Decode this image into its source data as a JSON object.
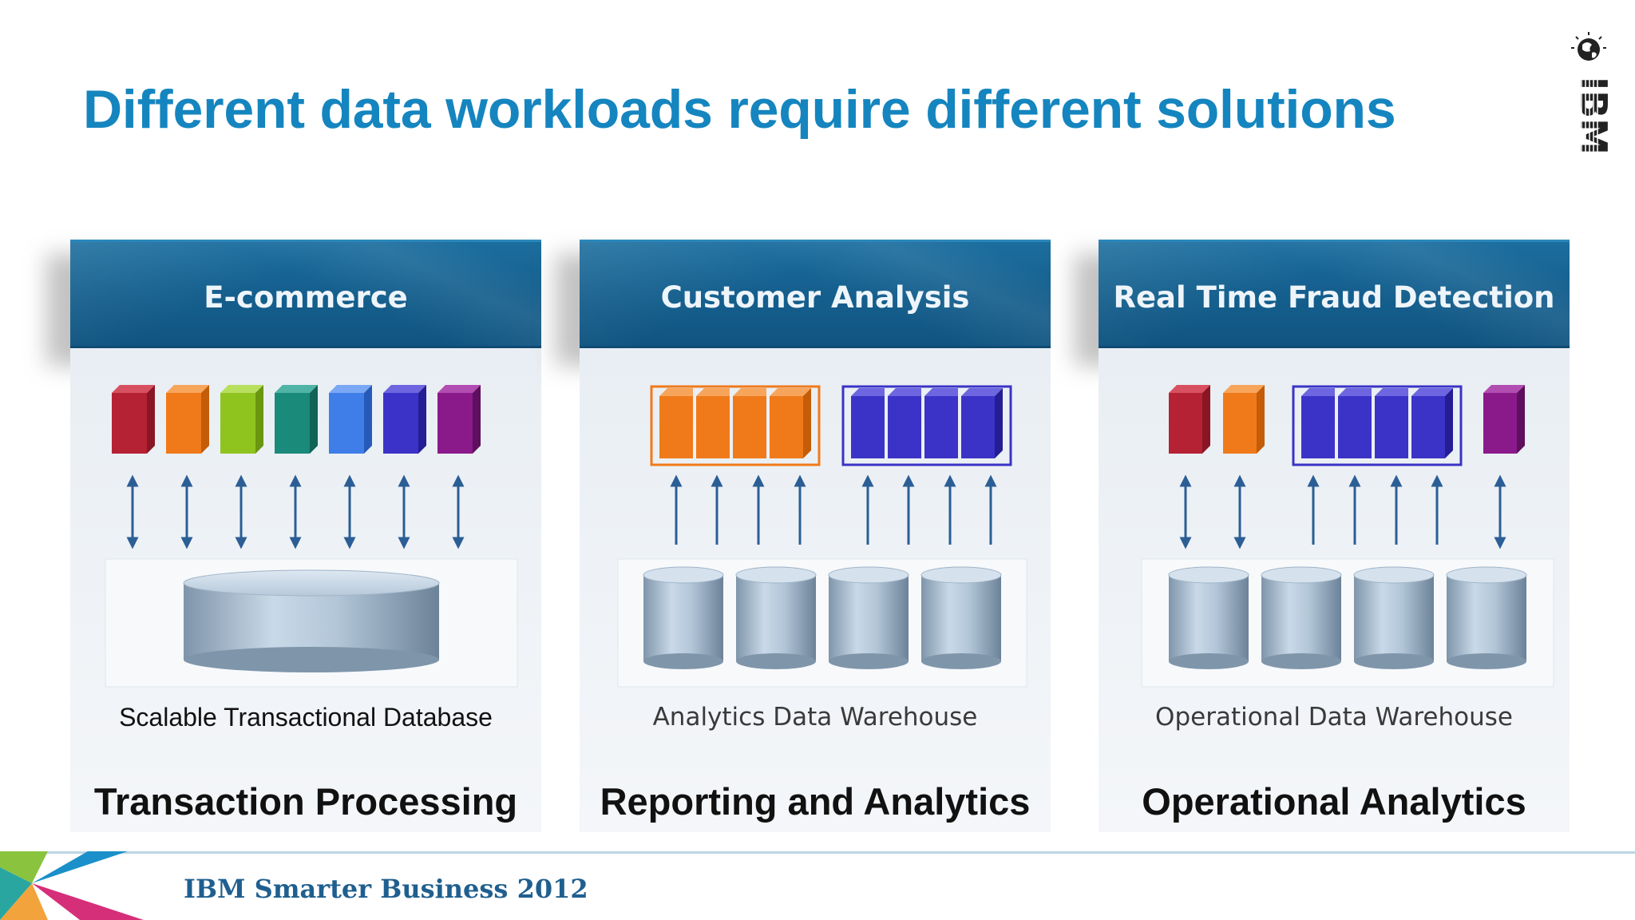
{
  "title": "Different data workloads require different solutions",
  "logo": {
    "text": "IBM",
    "icon": "ibm-globe-logo"
  },
  "colors": {
    "title": "#1585bf",
    "header": "#15608f",
    "red": "#b52234",
    "orange": "#f07a1a",
    "lime": "#8fc41f",
    "teal": "#1a8a7a",
    "blue": "#3f7ee8",
    "indigo": "#3b33c7",
    "purple": "#8a1a8a",
    "arrow": "#2b5e95"
  },
  "panels": [
    {
      "header": "E-commerce",
      "caption": "Scalable Transactional Database",
      "workload": "Transaction Processing",
      "blocks": [
        "red",
        "orange",
        "lime",
        "teal",
        "blue",
        "indigo",
        "purple"
      ],
      "arrow_type": "bidirectional",
      "storage": "single-cylinder"
    },
    {
      "header": "Customer Analysis",
      "caption": "Analytics Data Warehouse",
      "workload": "Reporting and Analytics",
      "blocks": [
        "orange-group-of-4",
        "indigo-group-of-4"
      ],
      "arrow_type": "upward",
      "storage": "four-cylinders"
    },
    {
      "header": "Real Time Fraud Detection",
      "caption": "Operational Data Warehouse",
      "workload": "Operational Analytics",
      "blocks": [
        "red",
        "orange",
        "indigo-group-of-4",
        "purple"
      ],
      "arrow_type": "mixed",
      "storage": "four-cylinders"
    }
  ],
  "footer": {
    "brand": "IBM Smarter Business 2012"
  }
}
